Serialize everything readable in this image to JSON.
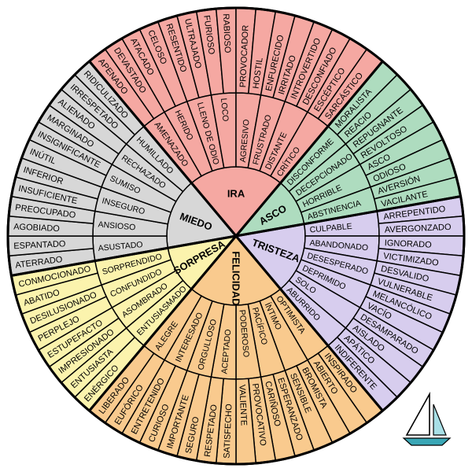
{
  "wheel": {
    "background": "#ffffff",
    "stroke": "#000000",
    "start_angle": -40,
    "degrees_per_middle_segment": 10,
    "sections": [
      {
        "label": "IRA",
        "color": "#f5a8a2",
        "children": [
          {
            "label": "AMENAZADO",
            "children": [
              "APENADO",
              "DEVASTADO"
            ]
          },
          {
            "label": "HERIDO",
            "children": [
              "ATACADO",
              "CELOSO"
            ]
          },
          {
            "label": "LLENO DE ODIO",
            "children": [
              "RESENTIDO",
              "ULTRAJADO"
            ]
          },
          {
            "label": "LOCO",
            "children": [
              "FURIOSO",
              "RABIOSO"
            ]
          },
          {
            "label": "AGRESIVO",
            "children": [
              "PROVOCADOR",
              "HOSTIL"
            ]
          },
          {
            "label": "FRUSTRADO",
            "children": [
              "ENFURECIDO",
              "IRRITADO"
            ]
          },
          {
            "label": "DISTANTE",
            "children": [
              "INTROVERTIDO",
              "DESCONFIADO"
            ]
          },
          {
            "label": "CRÍTICO",
            "children": [
              "ESCÉPTICO",
              "SARCÁSTICO"
            ]
          }
        ]
      },
      {
        "label": "ASCO",
        "color": "#aedcbf",
        "children": [
          {
            "label": "DISCONFORME",
            "children": [
              "MORALISTA",
              "REACIO"
            ]
          },
          {
            "label": "DECEPCIONADO",
            "children": [
              "REPUGNANTE",
              "REVOLTOSO"
            ]
          },
          {
            "label": "HORRIBLE",
            "children": [
              "ASCO",
              "ODIOSO"
            ]
          },
          {
            "label": "ABSTINENCIA",
            "children": [
              "AVERSIÓN",
              "VACILANTE"
            ]
          }
        ]
      },
      {
        "label": "TRISTEZA",
        "color": "#d7cdee",
        "children": [
          {
            "label": "CULPABLE",
            "children": [
              "ARREPENTIDO",
              "AVERGONZADO"
            ]
          },
          {
            "label": "ABANDONADO",
            "children": [
              "IGNORADO",
              "VICTIMIZADO"
            ]
          },
          {
            "label": "DESESPERADO",
            "children": [
              "DESVALIDO",
              "VULNERABLE"
            ]
          },
          {
            "label": "DEPRIMIDO",
            "children": [
              "MELANCÓLICO",
              "VACÍO"
            ]
          },
          {
            "label": "SOLO",
            "children": [
              "DESAMPARADO",
              "AISLADO"
            ]
          },
          {
            "label": "ABURRIDO",
            "children": [
              "APÁTICO",
              "INDIFERENTE"
            ]
          }
        ]
      },
      {
        "label": "FELICIDAD",
        "color": "#f9ca8e",
        "children": [
          {
            "label": "OPTIMISTA",
            "children": [
              "INSPIRADO",
              "ABIERTO"
            ]
          },
          {
            "label": "ÍNTIMO",
            "children": [
              "BROMISTA",
              "SENSIBLE"
            ]
          },
          {
            "label": "PACÍFICO",
            "children": [
              "ESPERANZADO",
              "CARIÑOSO"
            ]
          },
          {
            "label": "PODEROSO",
            "children": [
              "PROVOCATIVO",
              "VALIENTE"
            ]
          },
          {
            "label": "ACEPTADO",
            "children": [
              "SATISFECHO",
              "RESPETADO"
            ]
          },
          {
            "label": "ORGULLOSO",
            "children": [
              "SEGURO",
              "IMPORTANTE"
            ]
          },
          {
            "label": "INTERESADO",
            "children": [
              "CURIOSO",
              "ENTRETENIDO"
            ]
          },
          {
            "label": "ALEGRE",
            "children": [
              "EUFÓRICO",
              "LIBERADO"
            ]
          }
        ]
      },
      {
        "label": "SORPRESA",
        "color": "#fbf3ad",
        "children": [
          {
            "label": "ENTUSIASMADO",
            "children": [
              "ENÉRGICO",
              "ENTUSIASTA"
            ]
          },
          {
            "label": "ASOMBRADO",
            "children": [
              "IMPRESIONADO",
              "ESTUPEFACTO"
            ]
          },
          {
            "label": "CONFUNDIDO",
            "children": [
              "PERPLEJO",
              "DESILUSIONADO"
            ]
          },
          {
            "label": "SORPRENDIDO",
            "children": [
              "ABATIDO",
              "CONMOCIONADO"
            ]
          }
        ]
      },
      {
        "label": "MIEDO",
        "color": "#d7d7d7",
        "children": [
          {
            "label": "ASUSTADO",
            "children": [
              "ATERRADO",
              "ESPANTADO"
            ]
          },
          {
            "label": "ANSIOSO",
            "children": [
              "AGOBIADO",
              "PREOCUPADO"
            ]
          },
          {
            "label": "INSEGURO",
            "children": [
              "INSUFICIENTE",
              "INFERIOR"
            ]
          },
          {
            "label": "SUMISO",
            "children": [
              "INÚTIL",
              "INSIGNIFICANTE"
            ]
          },
          {
            "label": "RECHAZADO",
            "children": [
              "MARGINADO",
              "ALIENADO"
            ]
          },
          {
            "label": "HUMILLADO",
            "children": [
              "IRRESPETADO",
              "RIDICULIZADO"
            ]
          }
        ]
      }
    ]
  },
  "logo": {
    "sail_color": "#ffffff",
    "accent_color": "#a8dfe6",
    "hull_color": "#3aa7b6",
    "outline_color": "#000000"
  }
}
